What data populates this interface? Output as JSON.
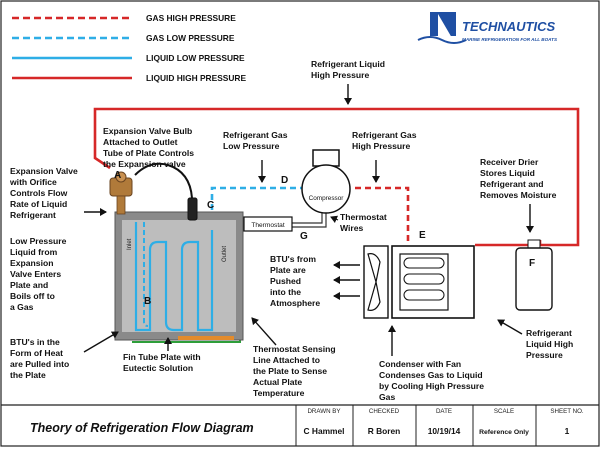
{
  "legend": [
    {
      "label": "GAS HIGH PRESSURE",
      "color": "#d62828",
      "style": "dashed"
    },
    {
      "label": "GAS LOW PRESSURE",
      "color": "#2eaee6",
      "style": "dashed"
    },
    {
      "label": "LIQUID LOW PRESSURE",
      "color": "#2eaee6",
      "style": "solid"
    },
    {
      "label": "LIQUID HIGH PRESSURE",
      "color": "#d62828",
      "style": "solid"
    }
  ],
  "logo": {
    "name": "TECHNAUTICS",
    "tagline": "MARINE REFRIGERATION FOR ALL BOATS",
    "color": "#1f4fa3"
  },
  "letters": {
    "a": "A",
    "b": "B",
    "c": "C",
    "d": "D",
    "e": "E",
    "f": "F",
    "g": "G"
  },
  "components": {
    "compressor": "Compressor",
    "thermostat": "Thermostat",
    "inlet": "Inlet",
    "outlet": "Outlet"
  },
  "labels": {
    "liquid_high_top": [
      "Refrigerant Liquid",
      "High Pressure"
    ],
    "bulb": [
      "Expansion Valve Bulb",
      "Attached to Outlet",
      "Tube of Plate Controls",
      "the Expansion valve"
    ],
    "gas_low": [
      "Refrigerant Gas",
      "Low Pressure"
    ],
    "gas_high": [
      "Refrigerant Gas",
      "High Pressure"
    ],
    "exp_valve": [
      "Expansion Valve",
      "with Orifice",
      "Controls Flow",
      "Rate of Liquid",
      "Refrigerant"
    ],
    "receiver": [
      "Receiver Drier",
      "Stores Liquid",
      "Refrigerant and",
      "Removes Moisture"
    ],
    "thermo_wires": [
      "Thermostat",
      "Wires"
    ],
    "low_liquid": [
      "Low Pressure",
      "Liquid from",
      "Expansion",
      "Valve Enters",
      "Plate and",
      "Boils off to",
      "a Gas"
    ],
    "btu_plate": [
      "BTU's from",
      "Plate are",
      "Pushed",
      "into the",
      "Atmosphere"
    ],
    "btu_heat": [
      "BTU's in the",
      "Form of Heat",
      "are Pulled into",
      "the Plate"
    ],
    "fin_tube": [
      "Fin Tube Plate with",
      "Eutectic Solution"
    ],
    "sensing": [
      "Thermostat Sensing",
      "Line Attached to",
      "the Plate to Sense",
      "Actual Plate",
      "Temperature"
    ],
    "condenser": [
      "Condenser with Fan",
      "Condenses Gas to Liquid",
      "by Cooling High Pressure",
      "Gas"
    ],
    "liquid_high_right": [
      "Refrigerant",
      "Liquid High",
      "Pressure"
    ]
  },
  "title_block": {
    "title": "Theory of Refrigeration Flow Diagram",
    "drawn_by_h": "DRAWN BY",
    "drawn_by": "C Hammel",
    "checked_h": "CHECKED",
    "checked": "R Boren",
    "date_h": "DATE",
    "date": "10/19/14",
    "scale_h": "SCALE",
    "scale": "Reference Only",
    "sheet_h": "SHEET NO.",
    "sheet": "1"
  }
}
